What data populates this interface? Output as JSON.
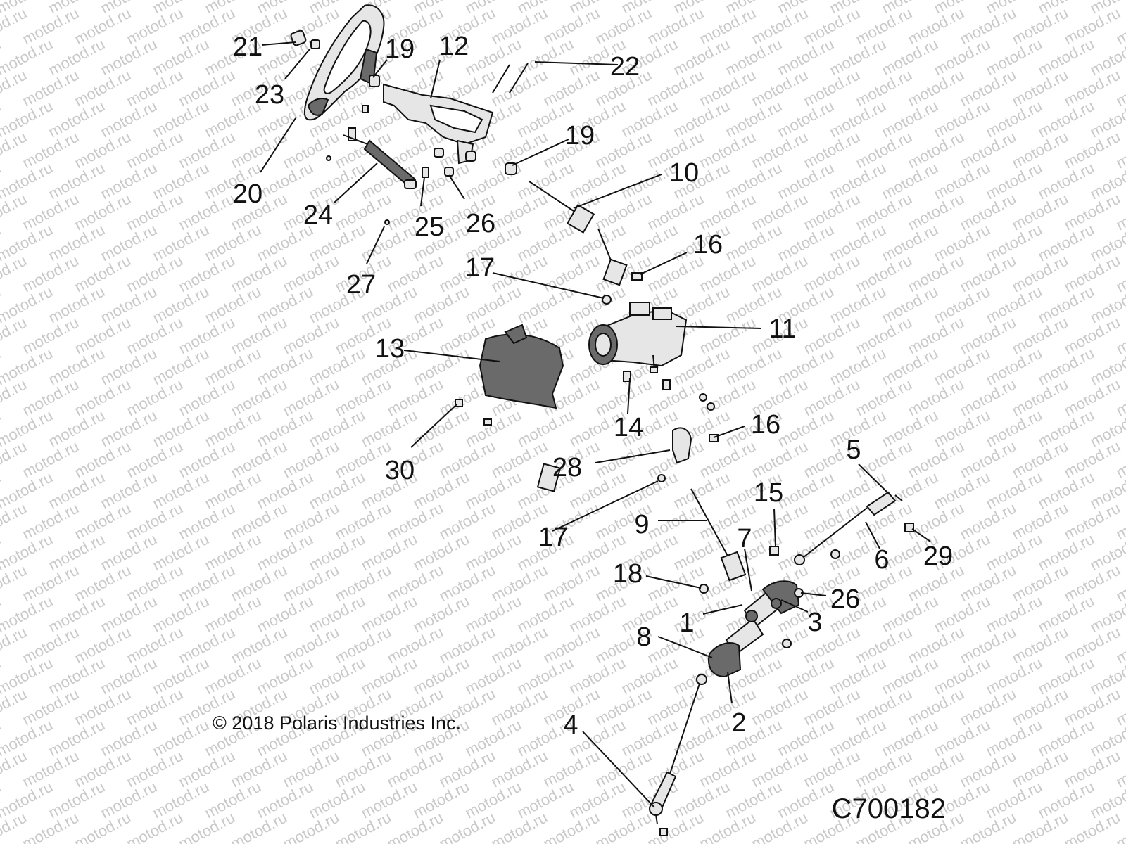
{
  "diagram": {
    "copyright": "© 2018 Polaris Industries Inc.",
    "figure_id": "C700182",
    "watermark_text": "motod.ru",
    "colors": {
      "line": "#111111",
      "part_fill": "#e6e6e6",
      "part_dark": "#6a6a6a",
      "watermark": "#c9c9c9"
    },
    "callouts": {
      "c1": "1",
      "c2": "2",
      "c3": "3",
      "c4": "4",
      "c5": "5",
      "c6": "6",
      "c7": "7",
      "c8": "8",
      "c9": "9",
      "c10": "10",
      "c11": "11",
      "c12": "12",
      "c13": "13",
      "c14": "14",
      "c15": "15",
      "c16a": "16",
      "c16b": "16",
      "c17a": "17",
      "c17b": "17",
      "c18": "18",
      "c19a": "19",
      "c19b": "19",
      "c20": "20",
      "c21": "21",
      "c22": "22",
      "c23": "23",
      "c24": "24",
      "c25": "25",
      "c26a": "26",
      "c26b": "26",
      "c27": "27",
      "c28": "28",
      "c29": "29",
      "c30": "30"
    }
  }
}
